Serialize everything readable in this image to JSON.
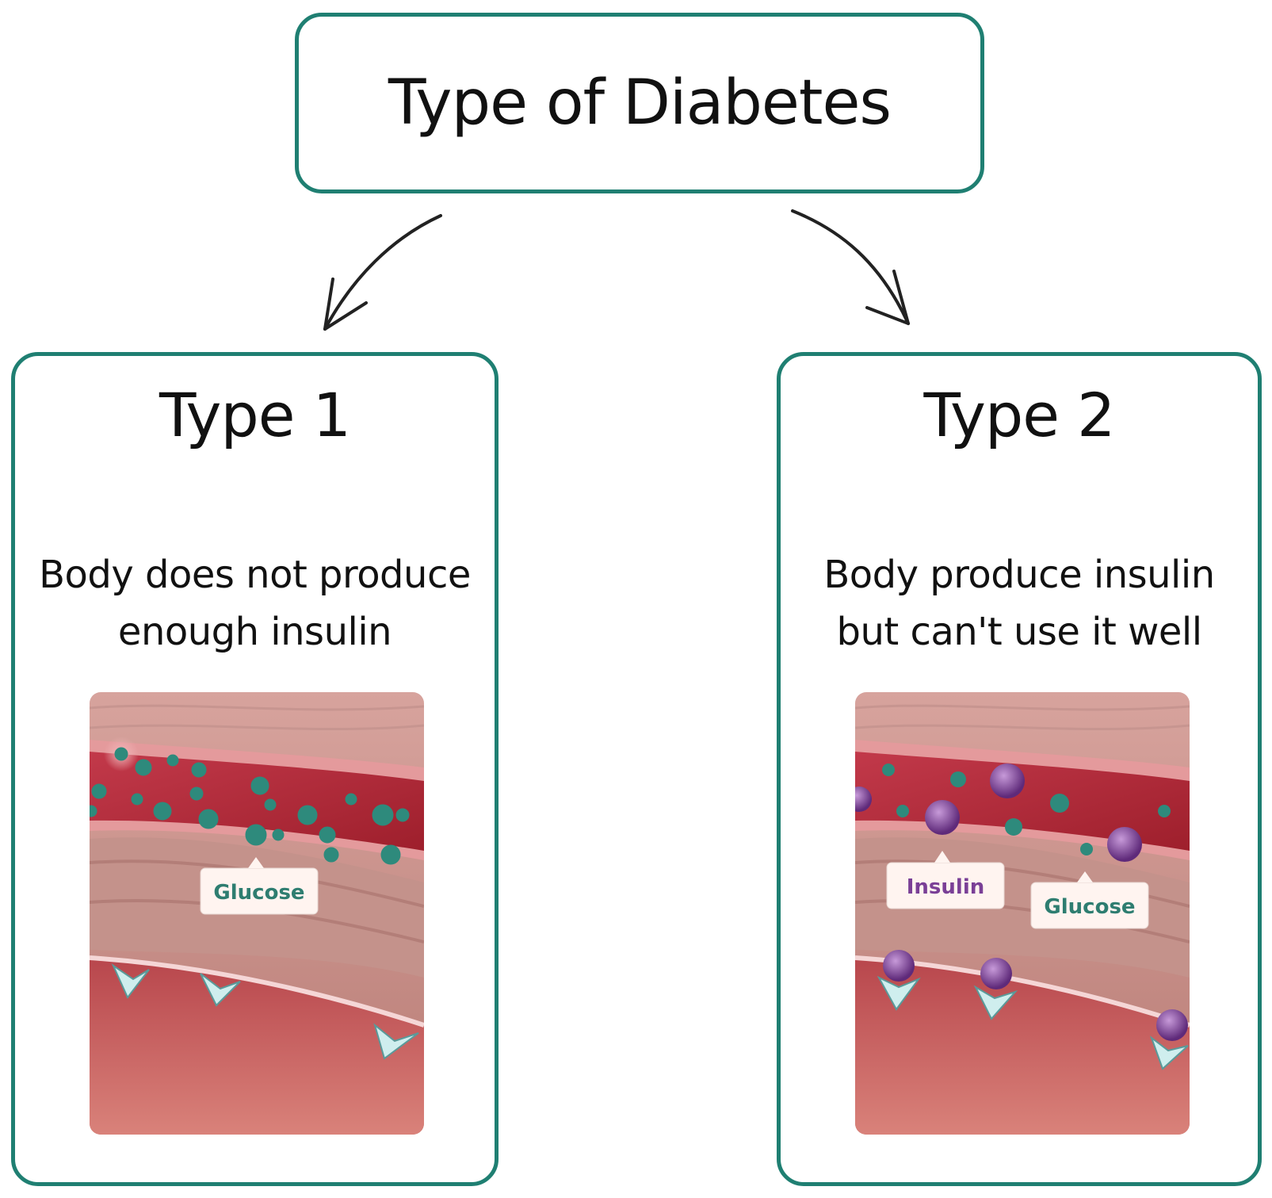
{
  "title": "Type of Diabetes",
  "colors": {
    "border": "#1f7f72",
    "glucose": "#2e8a7c",
    "insulin": "#7a3f96",
    "tissue": "#c98a84",
    "vessel": "#a8232f"
  },
  "types": [
    {
      "heading": "Type 1",
      "description_line1": "Body does not produce",
      "description_line2": "enough insulin",
      "labels": {
        "glucose": "Glucose"
      }
    },
    {
      "heading": "Type 2",
      "description_line1": "Body produce insulin",
      "description_line2": "but can't use it well",
      "labels": {
        "insulin": "Insulin",
        "glucose": "Glucose"
      }
    }
  ]
}
